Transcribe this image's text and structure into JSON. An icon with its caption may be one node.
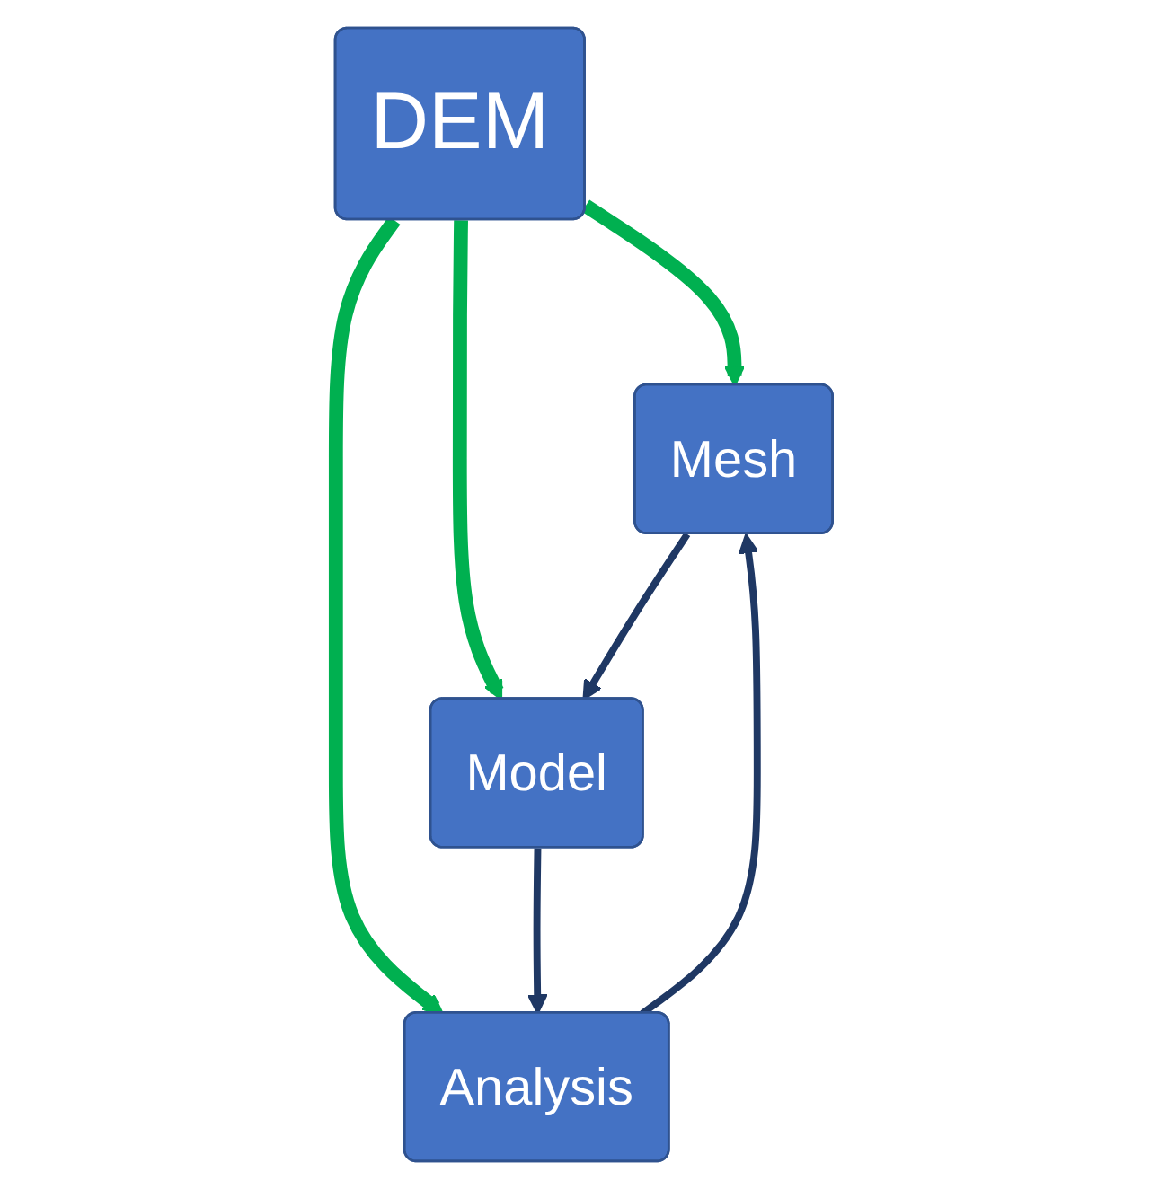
{
  "diagram": {
    "nodes": [
      {
        "text": [
          "Mesh"
        ]
      },
      {
        "text": [
          "DEM"
        ]
      },
      {
        "text": [
          "Model"
        ]
      },
      {
        "text": [
          "Analysis"
        ]
      }
    ],
    "edges": [
      {
        "from": 1,
        "to": 0,
        "arrow": "to",
        "style": "thick",
        "color": "#00b050"
      },
      {
        "from": 1,
        "to": 2,
        "arrow": "to",
        "style": "thick",
        "color": "#00b050"
      },
      {
        "from": 1,
        "to": 3,
        "arrow": "to",
        "style": "thick",
        "color": "#00b050"
      },
      {
        "from": 2,
        "to": 3,
        "arrow": "to",
        "color": "#1f3864"
      },
      {
        "from": 3,
        "to": 0,
        "arrow": "to",
        "color": "#1f3864"
      },
      {
        "from": 0,
        "to": 2,
        "arrow": "to",
        "color": "#1f3864"
      }
    ]
  }
}
